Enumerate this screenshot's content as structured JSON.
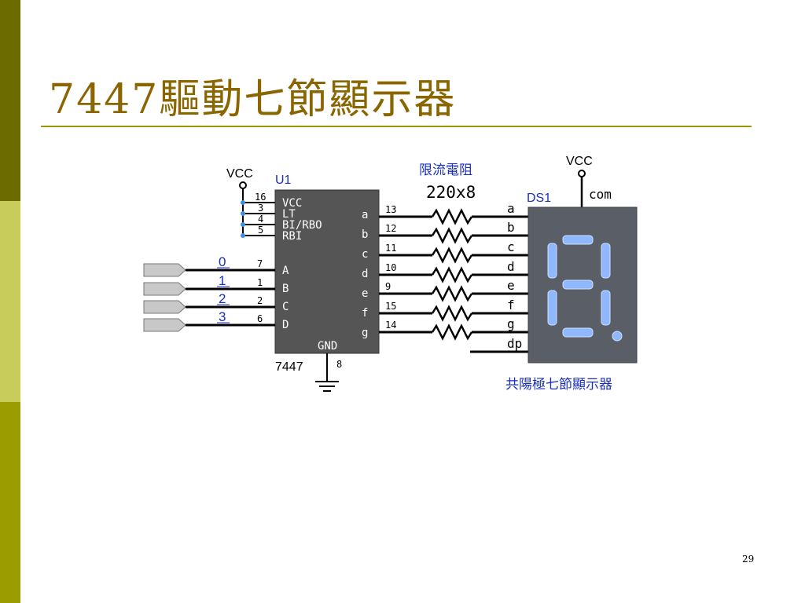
{
  "slide": {
    "title": "7447驅動七節顯示器",
    "page_number": "29"
  },
  "colors": {
    "title": "#8a6500",
    "blue_label": "#1a2fbf",
    "chip": "#555555",
    "display_body": "#5a5e66",
    "segment": "#8fb8ff",
    "junction": "#3a8fe0"
  },
  "diagram": {
    "vcc_left": "VCC",
    "u1_label": "U1",
    "chip_name": "7447",
    "gnd_label": "GND",
    "gnd_pin": "8",
    "resistor_title": "限流電阻",
    "resistor_value": "220x8",
    "vcc_right": "VCC",
    "com_label": "com",
    "ds1_label": "DS1",
    "display_caption": "共陽極七節顯示器",
    "control_pins": [
      {
        "num": "16",
        "name": "VCC"
      },
      {
        "num": "3",
        "name": "LT"
      },
      {
        "num": "4",
        "name": "BI/RBO"
      },
      {
        "num": "5",
        "name": "RBI"
      }
    ],
    "inputs": [
      {
        "bit": "0",
        "num": "7",
        "name": "A"
      },
      {
        "bit": "1",
        "num": "1",
        "name": "B"
      },
      {
        "bit": "2",
        "num": "2",
        "name": "C"
      },
      {
        "bit": "3",
        "num": "6",
        "name": "D"
      }
    ],
    "outputs": [
      {
        "name": "a",
        "num": "13",
        "seg": "a"
      },
      {
        "name": "b",
        "num": "12",
        "seg": "b"
      },
      {
        "name": "c",
        "num": "11",
        "seg": "c"
      },
      {
        "name": "d",
        "num": "10",
        "seg": "d"
      },
      {
        "name": "e",
        "num": "9",
        "seg": "e"
      },
      {
        "name": "f",
        "num": "15",
        "seg": "f"
      },
      {
        "name": "g",
        "num": "14",
        "seg": "g"
      }
    ],
    "dp_label": "dp"
  }
}
